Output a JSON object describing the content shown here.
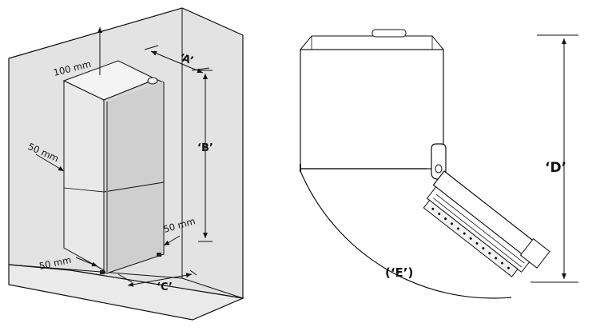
{
  "left_diagram": {
    "top_clearance": "100 mm",
    "side_clearance": "50 mm",
    "rear_clearance": "50 mm",
    "front_clearance": "50 mm",
    "label_a": "‘A’",
    "label_b": "‘B’",
    "label_c": "‘C’"
  },
  "right_diagram": {
    "label_d": "‘D’",
    "label_e": "(‘E’)"
  },
  "colors": {
    "line": "#111111",
    "background": "#ffffff"
  }
}
